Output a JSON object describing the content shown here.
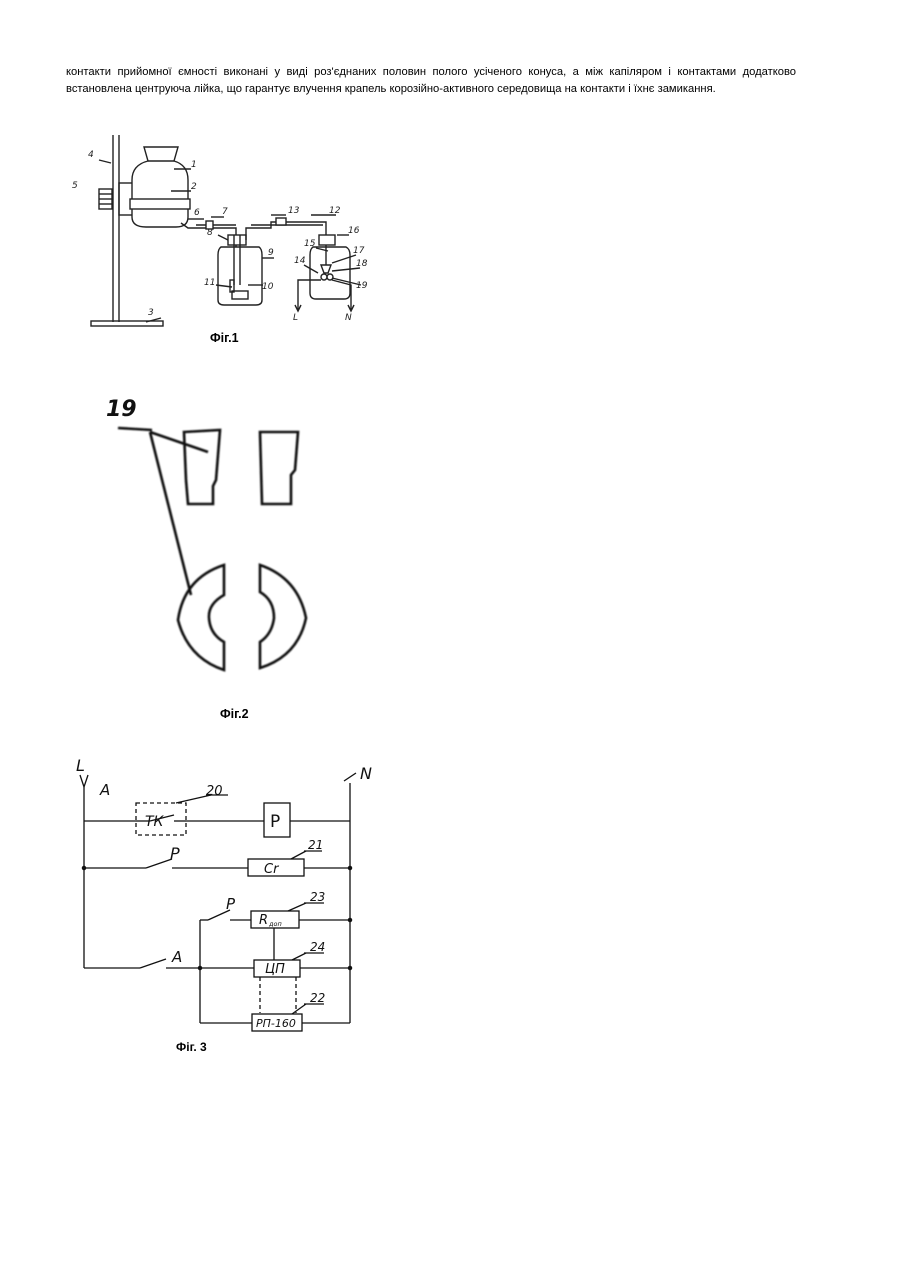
{
  "text": {
    "paragraph": "контакти прийомної ємності виконані у виді роз'єднаних половин полого усіченого конуса, а між капіляром і контактами додатково встановлена центруюча лійка, що гарантує влучення крапель корозійно-активного середовища на контакти і їхнє замикання."
  },
  "fig1": {
    "caption": "Фіг.1",
    "labels": {
      "n1": "1",
      "n2": "2",
      "n3": "3",
      "n4": "4",
      "n5": "5",
      "n6": "6",
      "n7": "7",
      "n8": "8",
      "n9": "9",
      "n10": "10",
      "n11": "11",
      "n12": "12",
      "n13": "13",
      "n14": "14",
      "n15": "15",
      "n16": "16",
      "n17": "17",
      "n18": "18",
      "n19": "19",
      "L": "L",
      "N": "N"
    }
  },
  "fig2": {
    "caption": "Фіг.2",
    "label": "19"
  },
  "fig3": {
    "caption": "Фіг. 3",
    "labels": {
      "L": "L",
      "A_top": "A",
      "N": "N",
      "n20": "20",
      "TK": "ТК",
      "P_box": "P",
      "P_switch1": "P",
      "n21": "21",
      "Cr": "Cr",
      "P_switch2": "P",
      "n23": "23",
      "Rdop": "R",
      "Rdop_sub": "доп",
      "A_switch": "A",
      "n24": "24",
      "CP": "ЦП",
      "n22": "22",
      "RP": "РП-160"
    }
  }
}
